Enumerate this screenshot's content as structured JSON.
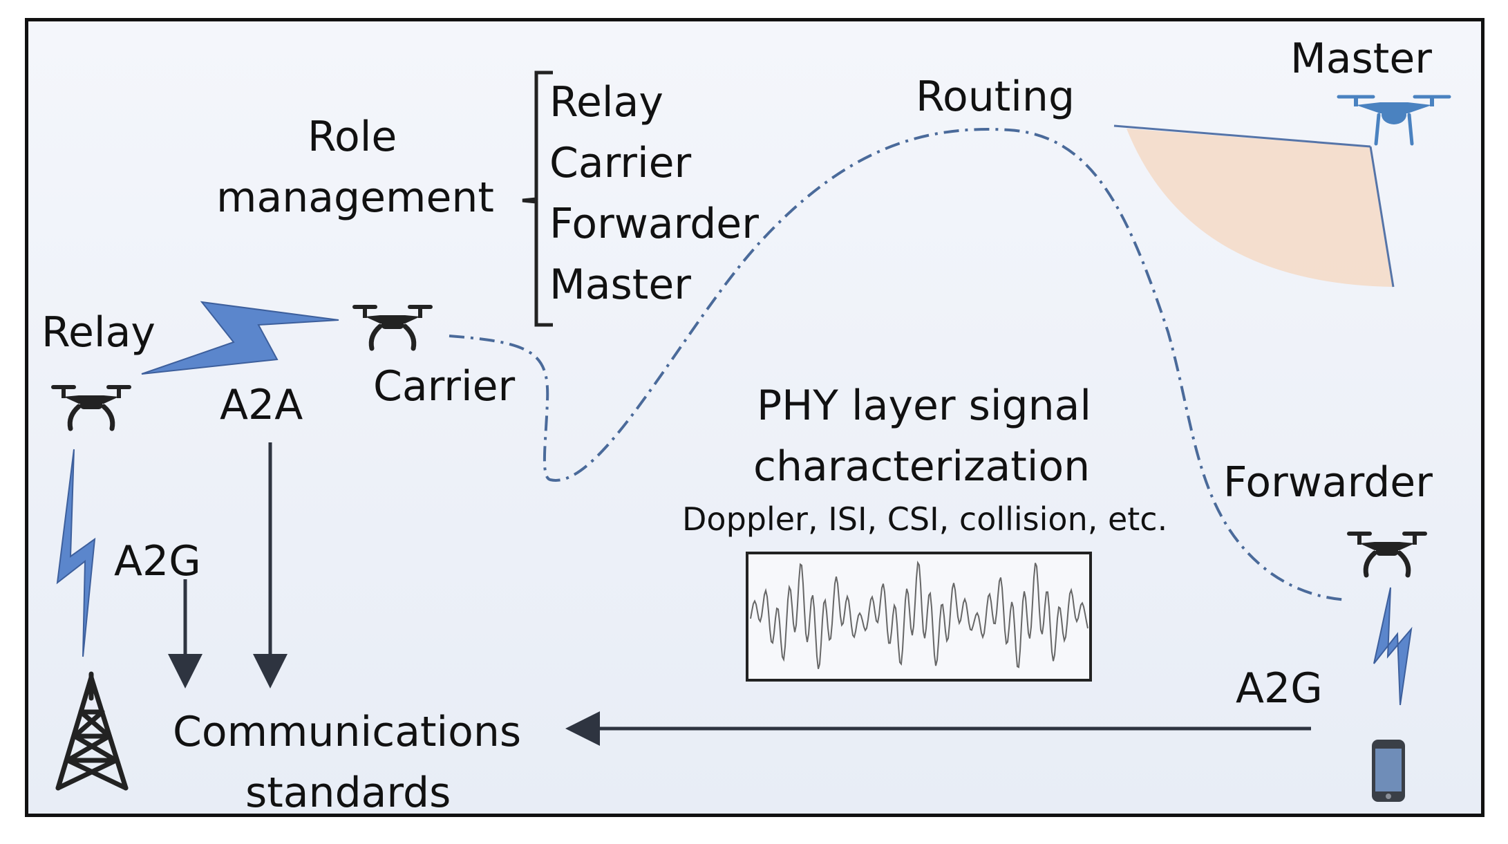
{
  "labels": {
    "role_management_line1": "Role",
    "role_management_line2": "management",
    "roles": [
      "Relay",
      "Carrier",
      "Forwarder",
      "Master"
    ],
    "routing": "Routing",
    "master": "Master",
    "relay": "Relay",
    "carrier": "Carrier",
    "a2a": "A2A",
    "a2g_left": "A2G",
    "a2g_right": "A2G",
    "phy_line1": "PHY layer signal",
    "phy_line2": "characterization",
    "phy_sub": "Doppler, ISI, CSI, collision, etc.",
    "forwarder": "Forwarder",
    "comm_line1": "Communications",
    "comm_line2": "standards"
  },
  "icons": [
    "drone-icon",
    "cell-tower-icon",
    "smartphone-icon",
    "lightning-link-icon",
    "signal-waveform"
  ],
  "colors": {
    "frame": "#111111",
    "background": "#eef2f9",
    "route": "#4a6a9a",
    "lightning": "#5b86cc",
    "master_drone": "#4a82c0",
    "beam": "#f5d9c6",
    "arrow": "#2e3440"
  }
}
